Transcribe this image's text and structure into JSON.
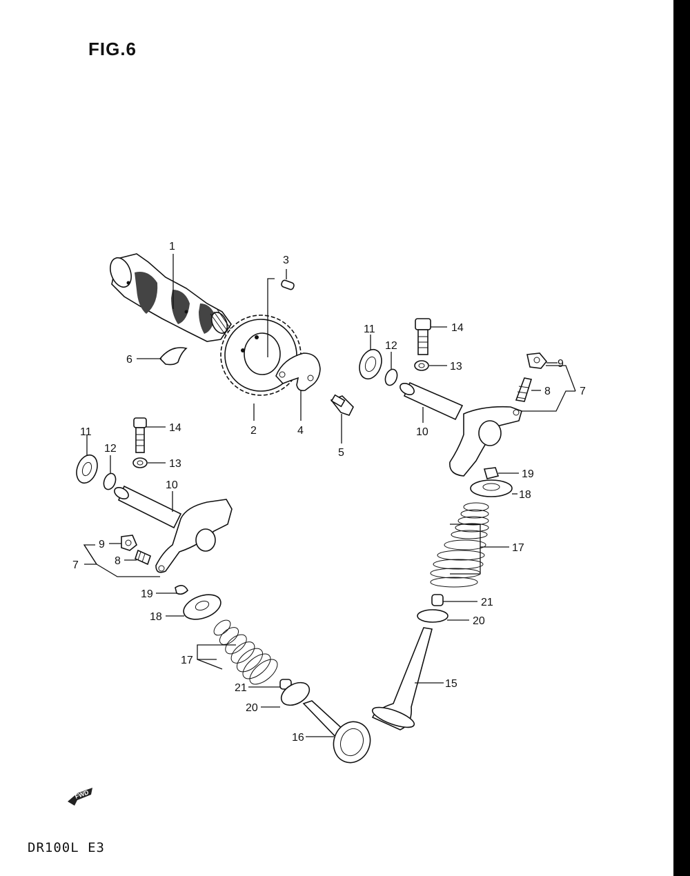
{
  "title": "FIG.6",
  "footer": "DR100L E3",
  "fwd_label": "FWD",
  "callouts": {
    "c1": "1",
    "c2": "2",
    "c3": "3",
    "c4": "4",
    "c5": "5",
    "c6": "6",
    "c7a": "7",
    "c7b": "7",
    "c8a": "8",
    "c8b": "8",
    "c9a": "9",
    "c9b": "9",
    "c10a": "10",
    "c10b": "10",
    "c11a": "11",
    "c11b": "11",
    "c12a": "12",
    "c12b": "12",
    "c13a": "13",
    "c13b": "13",
    "c14a": "14",
    "c14b": "14",
    "c15": "15",
    "c16": "16",
    "c17a": "17",
    "c17b": "17",
    "c18a": "18",
    "c18b": "18",
    "c19a": "19",
    "c19b": "19",
    "c20a": "20",
    "c20b": "20",
    "c21a": "21",
    "c21b": "21"
  }
}
